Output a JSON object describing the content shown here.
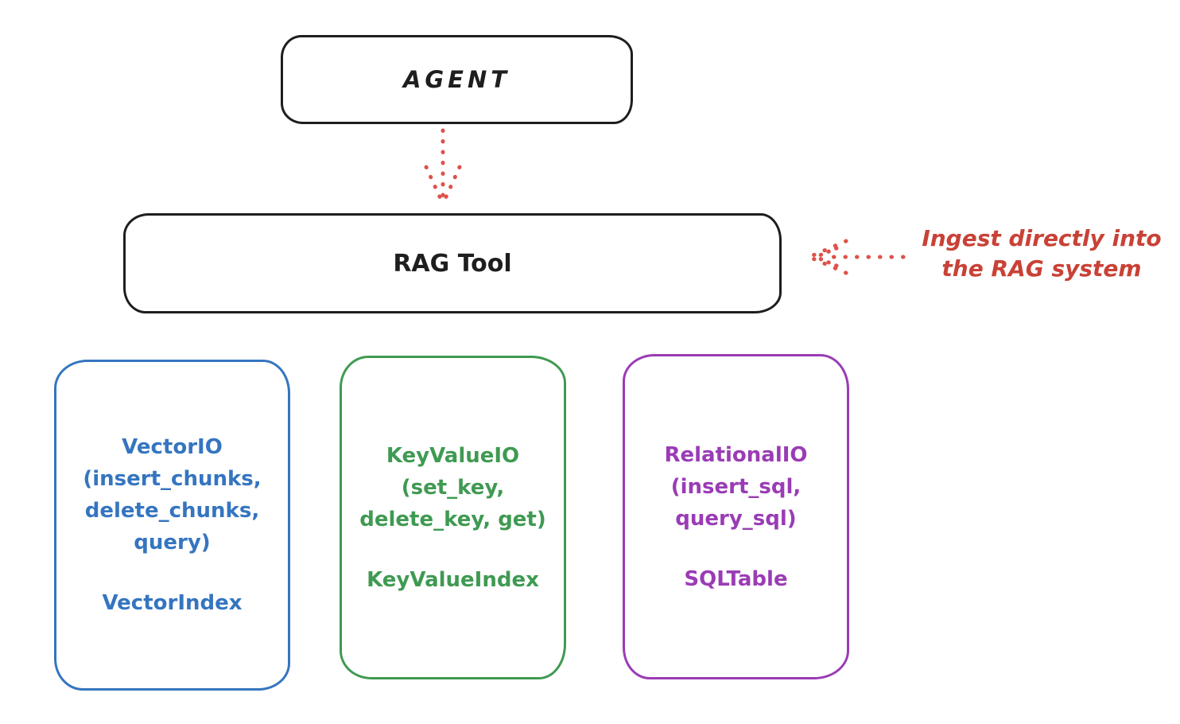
{
  "colors": {
    "bg": "#ffffff",
    "ink": "#1e1e1e",
    "red-arrow": "#dd5249",
    "red-text": "#c94136",
    "blue": "#3575c0",
    "green": "#3f9a52",
    "purple": "#9a3cb5"
  },
  "agent": {
    "label": "AGENT"
  },
  "rag_tool": {
    "label": "RAG Tool"
  },
  "annotation": {
    "line1": "Ingest directly into",
    "line2": "the RAG system"
  },
  "vector": {
    "lines": [
      "VectorIO",
      "(insert_chunks,",
      "delete_chunks,",
      "query)"
    ],
    "index": "VectorIndex"
  },
  "keyvalue": {
    "lines": [
      "KeyValueIO",
      "(set_key,",
      "delete_key, get)"
    ],
    "index": "KeyValueIndex"
  },
  "relational": {
    "lines": [
      "RelationalIO",
      "(insert_sql,",
      "query_sql)"
    ],
    "index": "SQLTable"
  }
}
